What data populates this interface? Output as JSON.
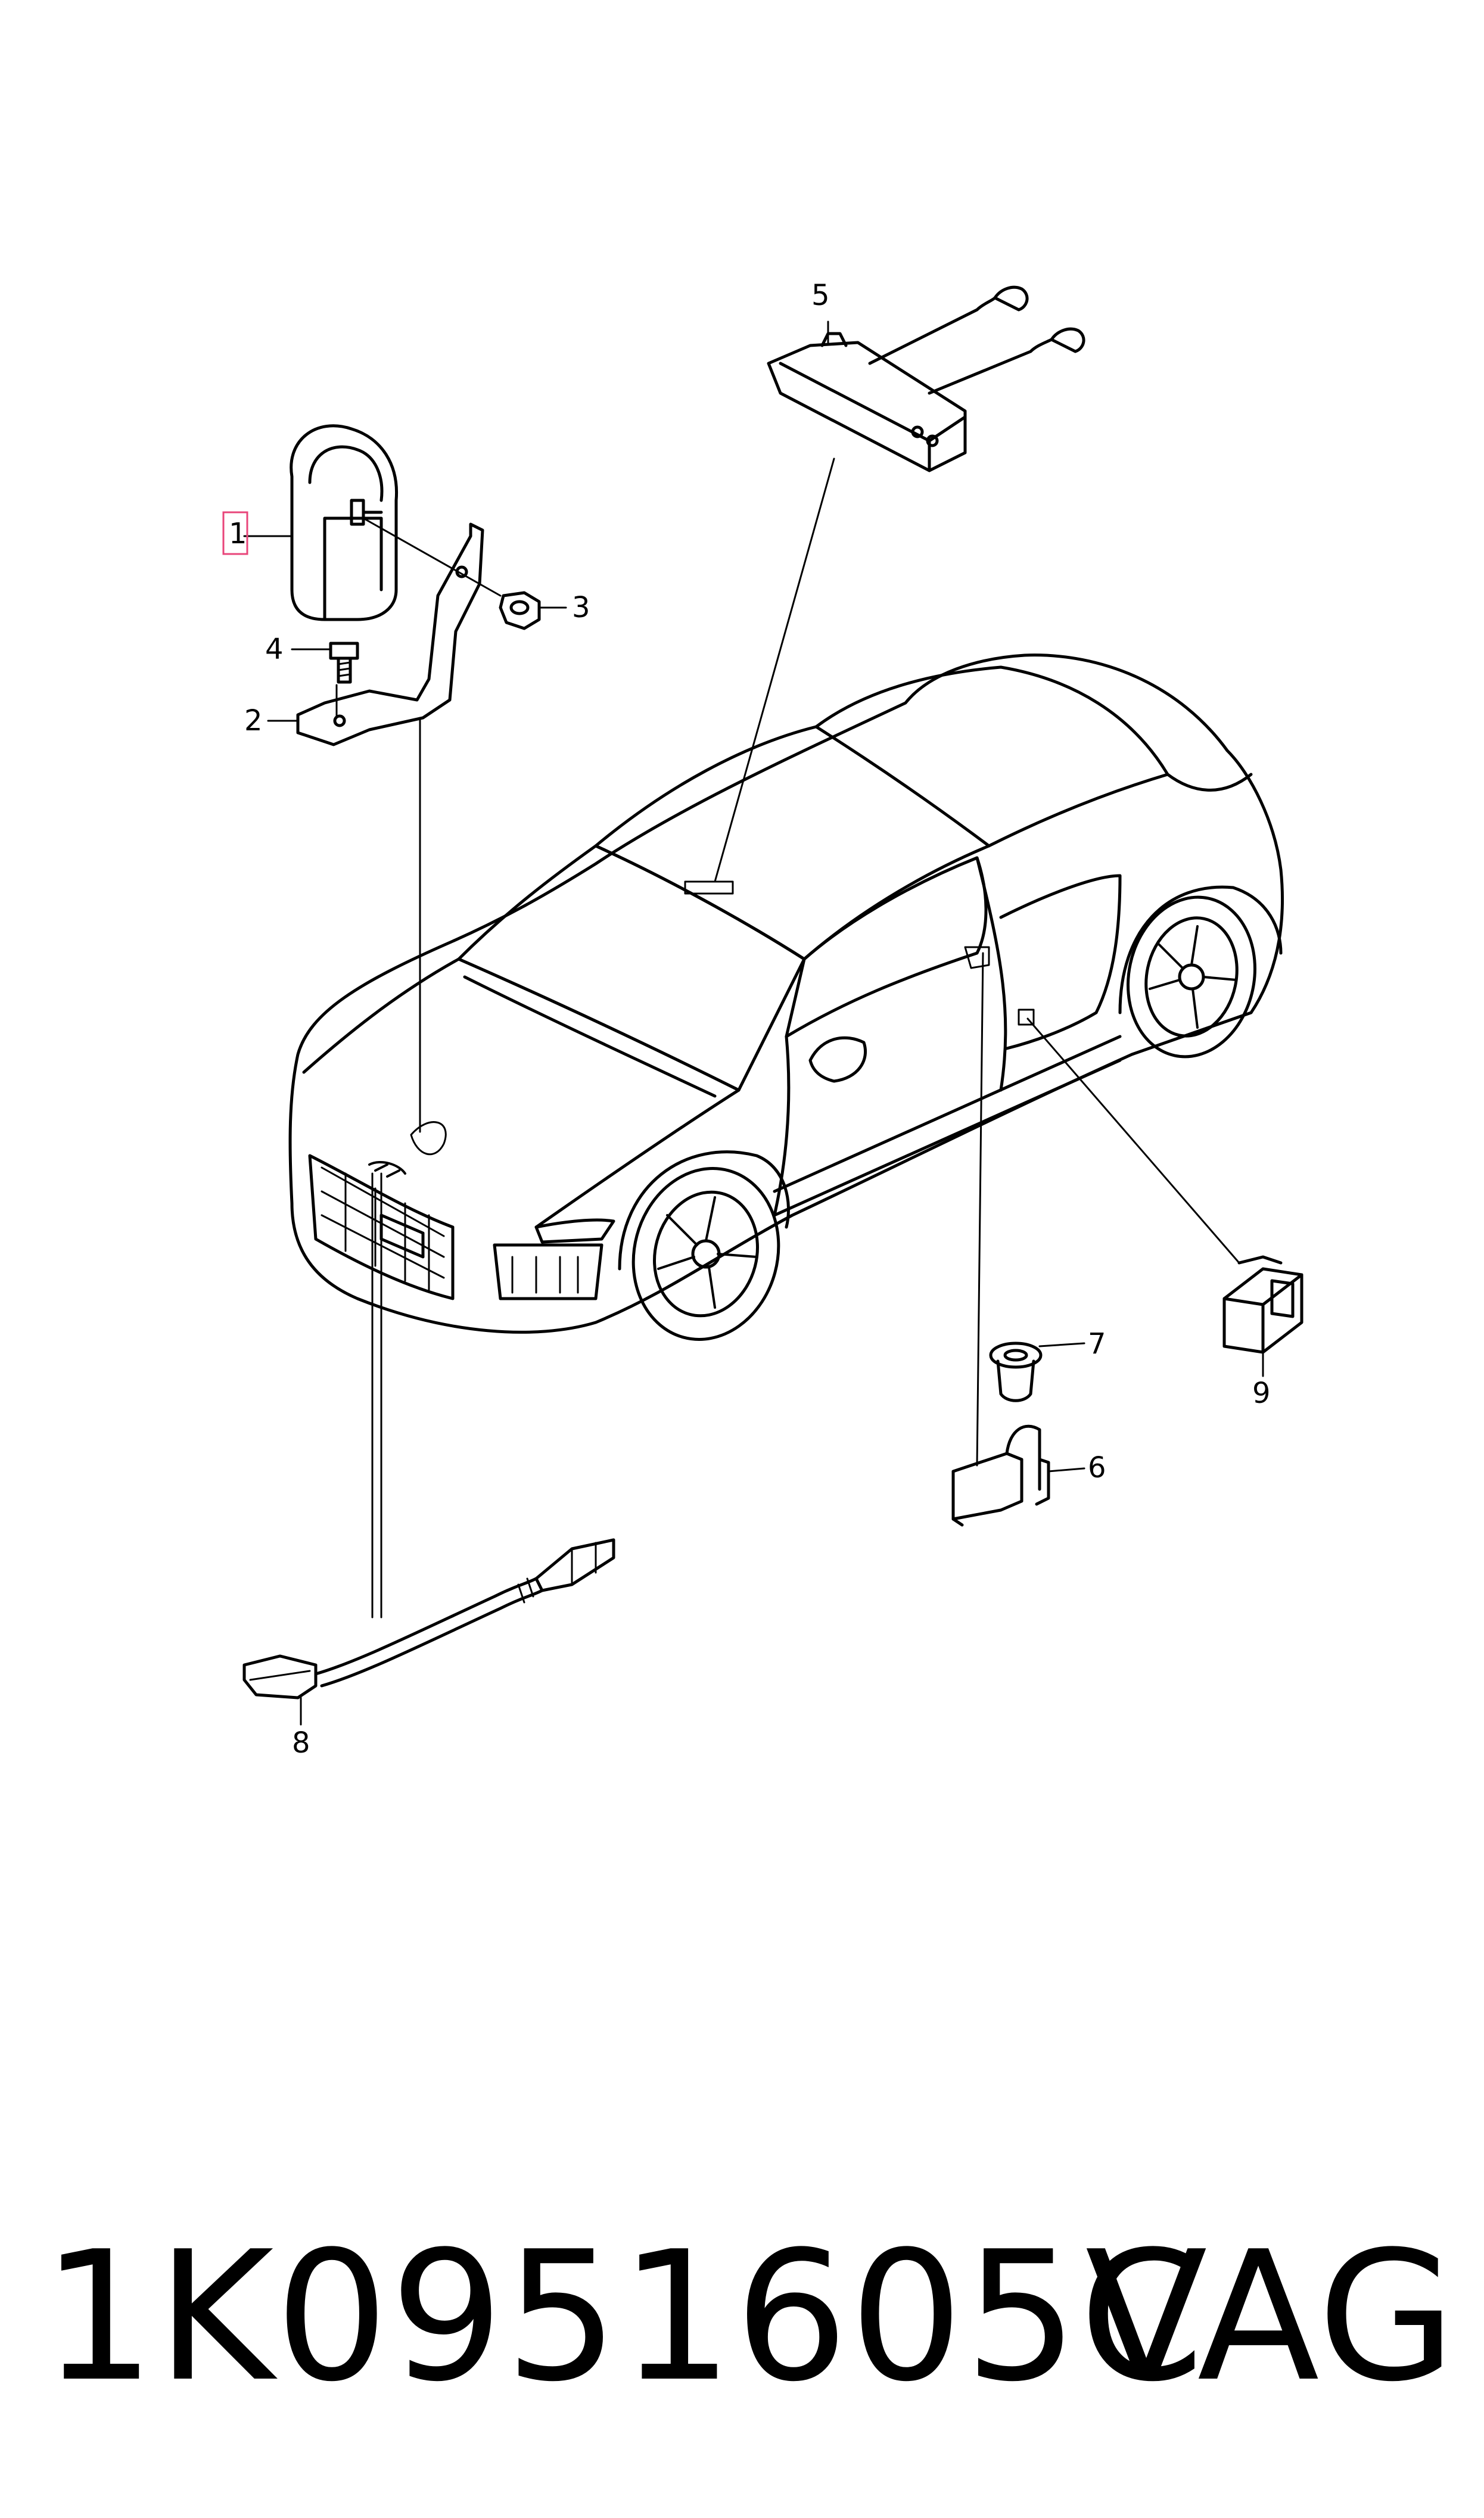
{
  "callouts": {
    "c1": "1",
    "c2": "2",
    "c3": "3",
    "c4": "4",
    "c5": "5",
    "c6": "6",
    "c7": "7",
    "c8": "8",
    "c9": "9"
  },
  "highlight_color": "#e8457a",
  "footer": {
    "part_number": "1K0951605C",
    "brand": "VAG"
  }
}
